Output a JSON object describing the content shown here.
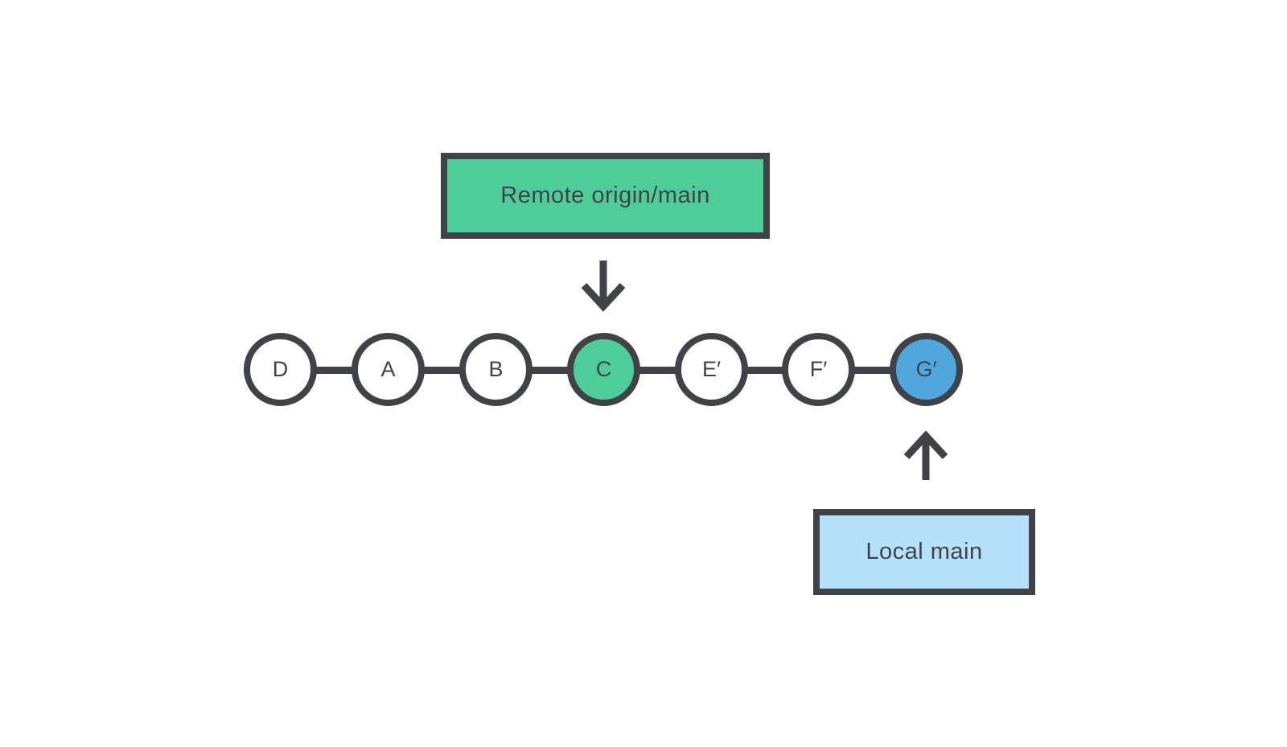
{
  "diagram": {
    "description": "Git branch diagram: remote and local main pointers on a commit chain",
    "remote_branch": {
      "label": "Remote origin/main",
      "fill": "#4ecd9b",
      "points_to": "C"
    },
    "local_branch": {
      "label": "Local main",
      "fill": "#b5e1fb",
      "points_to": "G′"
    },
    "nodes": [
      {
        "label": "D",
        "fill": "#ffffff"
      },
      {
        "label": "A",
        "fill": "#ffffff"
      },
      {
        "label": "B",
        "fill": "#ffffff"
      },
      {
        "label": "C",
        "fill": "#4ecd9b"
      },
      {
        "label": "E′",
        "fill": "#ffffff"
      },
      {
        "label": "F′",
        "fill": "#ffffff"
      },
      {
        "label": "G′",
        "fill": "#4fa7de"
      }
    ],
    "icons": {
      "down_arrow": "arrow-down",
      "up_arrow": "arrow-up"
    },
    "colors": {
      "outline": "#3f4347",
      "text": "#3f4347",
      "green": "#4ecd9b",
      "blue": "#4fa7de",
      "light_blue": "#b5e1fb",
      "background": "#ffffff"
    }
  }
}
